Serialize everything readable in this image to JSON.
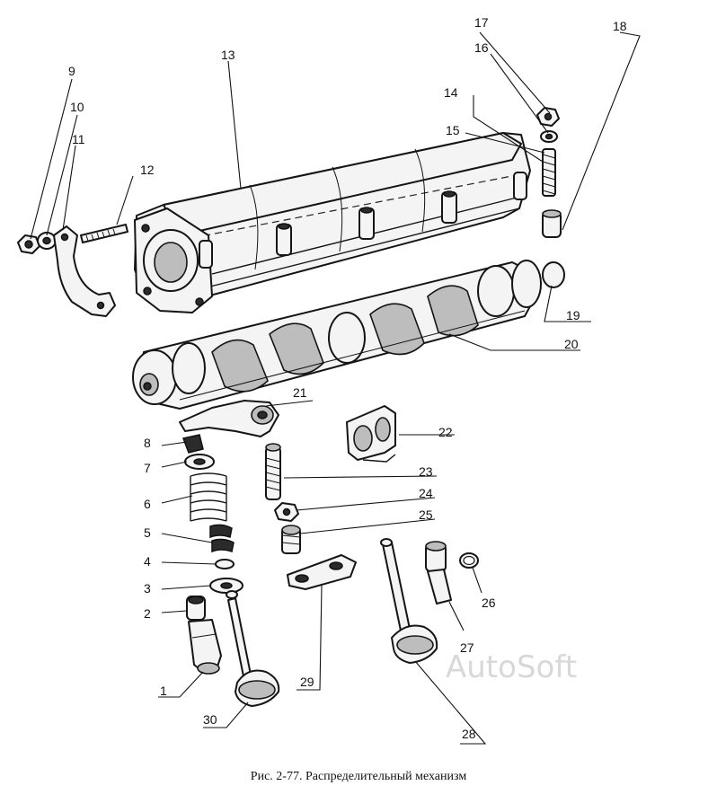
{
  "caption": "Рис. 2-77. Распределительный механизм",
  "watermark": "AutoSoft",
  "labels": [
    "1",
    "2",
    "3",
    "4",
    "5",
    "6",
    "7",
    "8",
    "9",
    "10",
    "11",
    "12",
    "13",
    "14",
    "15",
    "16",
    "17",
    "18",
    "19",
    "20",
    "21",
    "22",
    "23",
    "24",
    "25",
    "26",
    "27",
    "28",
    "29",
    "30"
  ]
}
